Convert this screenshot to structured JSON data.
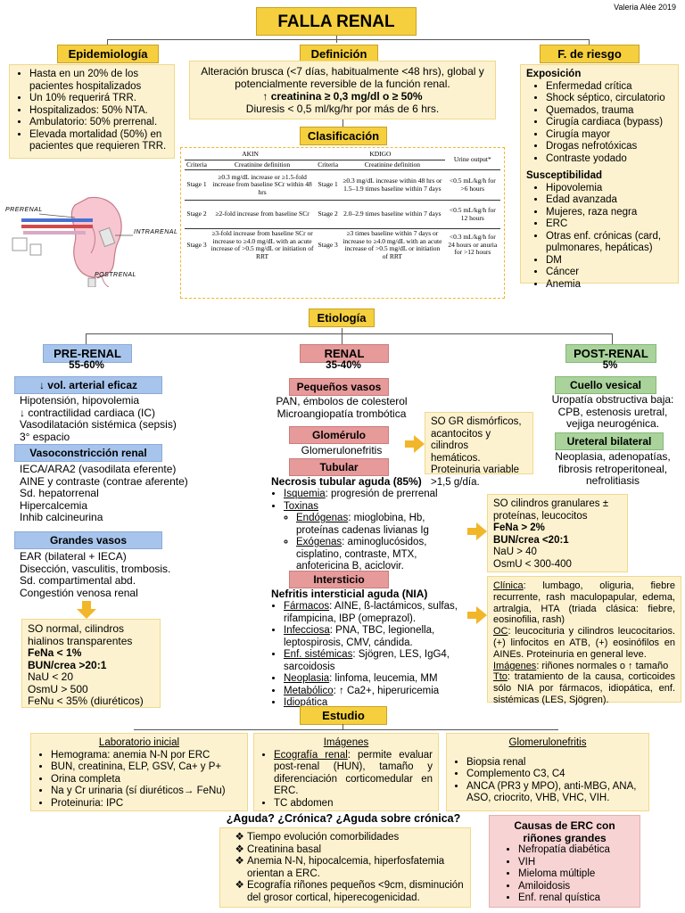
{
  "author": "Valeria Alée 2019",
  "title": "FALLA RENAL",
  "epidemiologia": {
    "header": "Epidemiología",
    "items": [
      "Hasta en un 20% de los pacientes hospitalizados",
      "Un 10% requerirá TRR.",
      "Hospitalizados: 50% NTA.",
      "Ambulatorio: 50% prerrenal.",
      "Elevada mortalidad (50%) en pacientes que requieren TRR."
    ]
  },
  "definicion": {
    "header": "Definición",
    "line1": "Alteración brusca (<7 días, habitualmente <48 hrs), global y potencialmente reversible de la función renal.",
    "line2": "↑ creatinina ≥ 0,3 mg/dl o ≥ 50%",
    "line3": "Diuresis < 0,5 ml/kg/hr por más de 6 hrs."
  },
  "riesgo": {
    "header": "F. de riesgo",
    "exposicion_title": "Exposición",
    "exposicion": [
      "Enfermedad crítica",
      "Shock séptico, circulatorio",
      "Quemados, trauma",
      "Cirugía cardiaca (bypass)",
      "Cirugía mayor",
      "Drogas nefrotóxicas",
      "Contraste yodado"
    ],
    "susceptibilidad_title": "Susceptibilidad",
    "susceptibilidad": [
      "Hipovolemia",
      "Edad avanzada",
      "Mujeres, raza negra",
      "ERC",
      "Otras enf. crónicas (card, pulmonares, hepáticas)",
      "DM",
      "Cáncer",
      "Anemia"
    ]
  },
  "clasificacion": {
    "header": "Clasificación",
    "akin": "AKIN",
    "kdigo": "KDIGO",
    "col_criteria": "Criteria",
    "col_creat": "Creatinine definition",
    "col_urine": "Urine output*",
    "rows": [
      {
        "stage": "Stage 1",
        "akin": "≥0.3 mg/dL increase or ≥1.5-fold increase from baseline SCr within 48 hrs",
        "kstage": "Stage 1",
        "kdigo": "≥0.3 mg/dL increase within 48 hrs or 1.5–1.9 times baseline within 7 days",
        "urine": "<0.5 mL/kg/h for >6 hours"
      },
      {
        "stage": "Stage 2",
        "akin": "≥2-fold increase from baseline SCr",
        "kstage": "Stage 2",
        "kdigo": "2.0–2.9 times baseline within 7 days",
        "urine": "<0.5 mL/kg/h for 12 hours"
      },
      {
        "stage": "Stage 3",
        "akin": "≥3-fold increase from baseline SCr or increase to ≥4.0 mg/dL with an acute increase of >0.5 mg/dL or initiation of RRT",
        "kstage": "Stage 3",
        "kdigo": "≥3 times baseline within 7 days or increase to ≥4.0 mg/dL with an acute increase of >0.5 mg/dL or initiation of RRT",
        "urine": "<0.3 mL/kg/h for 24 hours or anuria for >12 hours"
      }
    ]
  },
  "kidney_labels": {
    "prerenal": "PRERENAL",
    "intrarenal": "INTRARENAL",
    "postrenal": "POSTRENAL"
  },
  "etiologia": {
    "header": "Etiología"
  },
  "prerenal": {
    "header": "PRE-RENAL",
    "pct": "55-60%",
    "vol_header": "↓ vol. arterial eficaz",
    "vol_items": [
      "Hipotensión, hipovolemia",
      "↓ contractilidad cardiaca (IC)",
      "Vasodilatación sistémica (sepsis)",
      "3° espacio"
    ],
    "vaso_header": "Vasoconstricción renal",
    "vaso_items": [
      "IECA/ARA2 (vasodilata eferente)",
      "AINE y contraste (contrae aferente)",
      "Sd. hepatorrenal",
      "Hipercalcemia",
      "Inhib calcineurina"
    ],
    "grandes_header": "Grandes vasos",
    "grandes_items": [
      "EAR (bilateral + IECA)",
      "Disección, vasculitis, trombosis.",
      "Sd. compartimental abd.",
      "Congestión venosa renal"
    ],
    "so_box": [
      "SO normal, cilindros",
      "hialinos transparentes",
      "FeNa < 1%",
      "BUN/crea >20:1",
      "NaU < 20",
      "OsmU > 500",
      "FeNu < 35% (diuréticos)"
    ]
  },
  "renal": {
    "header": "RENAL",
    "pct": "35-40%",
    "peq_header": "Pequeños vasos",
    "peq_lines": [
      "PAN, émbolos de colesterol",
      "Microangiopatía trombótica"
    ],
    "glom_header": "Glomérulo",
    "glom_line": "Glomerulonefritis",
    "glom_box": [
      "SO GR dismórficos,",
      "acantocitos y cilindros",
      "hemáticos.",
      "Proteinuria variable",
      ">1,5 g/día."
    ],
    "tub_header": "Tubular",
    "tub_title": "Necrosis tubular aguda (85%)",
    "tub_isq_label": "Isquemia",
    "tub_isq": ": progresión de prerrenal",
    "tub_tox_label": "Toxinas",
    "tub_endo_label": "Endógenas",
    "tub_endo": ": mioglobina, Hb, proteínas cadenas livianas Ig",
    "tub_exo_label": "Exógenas",
    "tub_exo": ": aminoglucósidos, cisplatino, contraste, MTX, anfotericina B, aciclovir.",
    "tub_box": [
      "SO cilindros granulares ±",
      "proteínas, leucocitos",
      "FeNa > 2%",
      "BUN/crea <20:1",
      "NaU > 40",
      "OsmU < 300-400"
    ],
    "int_header": "Intersticio",
    "int_title": "Nefritis intersticial aguda (NIA)",
    "int_items": [
      {
        "label": "Fármacos",
        "text": ": AINE, ß-lactámicos, sulfas, rifampicina, IBP (omeprazol)."
      },
      {
        "label": "Infecciosa",
        "text": ": PNA, TBC, legionella, leptospirosis, CMV, cándida."
      },
      {
        "label": "Enf. sistémicas",
        "text": ": Sjögren, LES, IgG4, sarcoidosis"
      },
      {
        "label": "Neoplasia",
        "text": ": linfoma, leucemia, MM"
      },
      {
        "label": "Metabólico",
        "text": ": ↑ Ca2+, hiperuricemia"
      },
      {
        "label": "Idiopática",
        "text": ""
      }
    ],
    "int_box": [
      {
        "label": "Clínica",
        "text": ": lumbago, oliguria, fiebre recurrente, rash maculopapular, edema, artralgia, HTA (triada clásica: fiebre, eosinofilia, rash)"
      },
      {
        "label": "OC",
        "text": ": leucocituria y cilindros leucocitarios. (+) linfocitos en ATB, (+) eosinófilos en AINEs. Proteinuria en general leve."
      },
      {
        "label": "Imágenes",
        "text": ": riñones normales o ↑ tamaño"
      },
      {
        "label": "Tto",
        "text": ": tratamiento de la causa, corticoides sólo NIA por fármacos, idiopática, enf. sistémicas (LES, Sjögren)."
      }
    ]
  },
  "postrenal": {
    "header": "POST-RENAL",
    "pct": "5%",
    "cuello_header": "Cuello vesical",
    "cuello_lines": [
      "Uropatía obstructiva baja:",
      "CPB, estenosis uretral,",
      "vejiga neurogénica."
    ],
    "ureteral_header": "Ureteral bilateral",
    "ureteral_lines": [
      "Neoplasia, adenopatías,",
      "fibrosis retroperitoneal,",
      "nefrolitiasis"
    ]
  },
  "estudio": {
    "header": "Estudio",
    "lab_title": "Laboratorio inicial",
    "lab_items": [
      "Hemograma: anemia N-N por ERC",
      "BUN, creatinina, ELP, GSV, Ca+ y P+",
      "Orina completa",
      "Na y Cr urinaria (sí diuréticos→ FeNu)",
      "Proteinuria: IPC"
    ],
    "img_title": "Imágenes",
    "img_eco_label": "Ecografía renal",
    "img_eco": ": permite evaluar post-renal (HUN), tamaño y diferenciación corticomedular en ERC.",
    "img_tc": "TC abdomen",
    "gn_title": "Glomerulonefritis",
    "gn_items": [
      "Biopsia renal",
      "Complemento C3, C4",
      "ANCA (PR3 y MPO), anti-MBG, ANA, ASO, criocrito, VHB, VHC, VIH."
    ]
  },
  "aguda": {
    "question": "¿Aguda? ¿Crónica? ¿Aguda sobre crónica?",
    "items": [
      "Tiempo evolución comorbilidades",
      "Creatinina basal",
      "Anemia N-N, hipocalcemia, hiperfosfatemia orientan a ERC.",
      "Ecografía riñones pequeños <9cm, disminución del grosor cortical, hiperecogenicidad."
    ]
  },
  "erc": {
    "title": "Causas de ERC con riñones grandes",
    "items": [
      "Nefropatía diabética",
      "VIH",
      "Mieloma múltiple",
      "Amiloidosis",
      "Enf. renal quística"
    ]
  },
  "colors": {
    "yellow": "#f5cf3d",
    "cream": "#fdf2cf",
    "blue": "#a7c5ec",
    "red": "#e69a9a",
    "green": "#a9d39b",
    "pink": "#f7d3d3",
    "arrow": "#f2b62a"
  }
}
